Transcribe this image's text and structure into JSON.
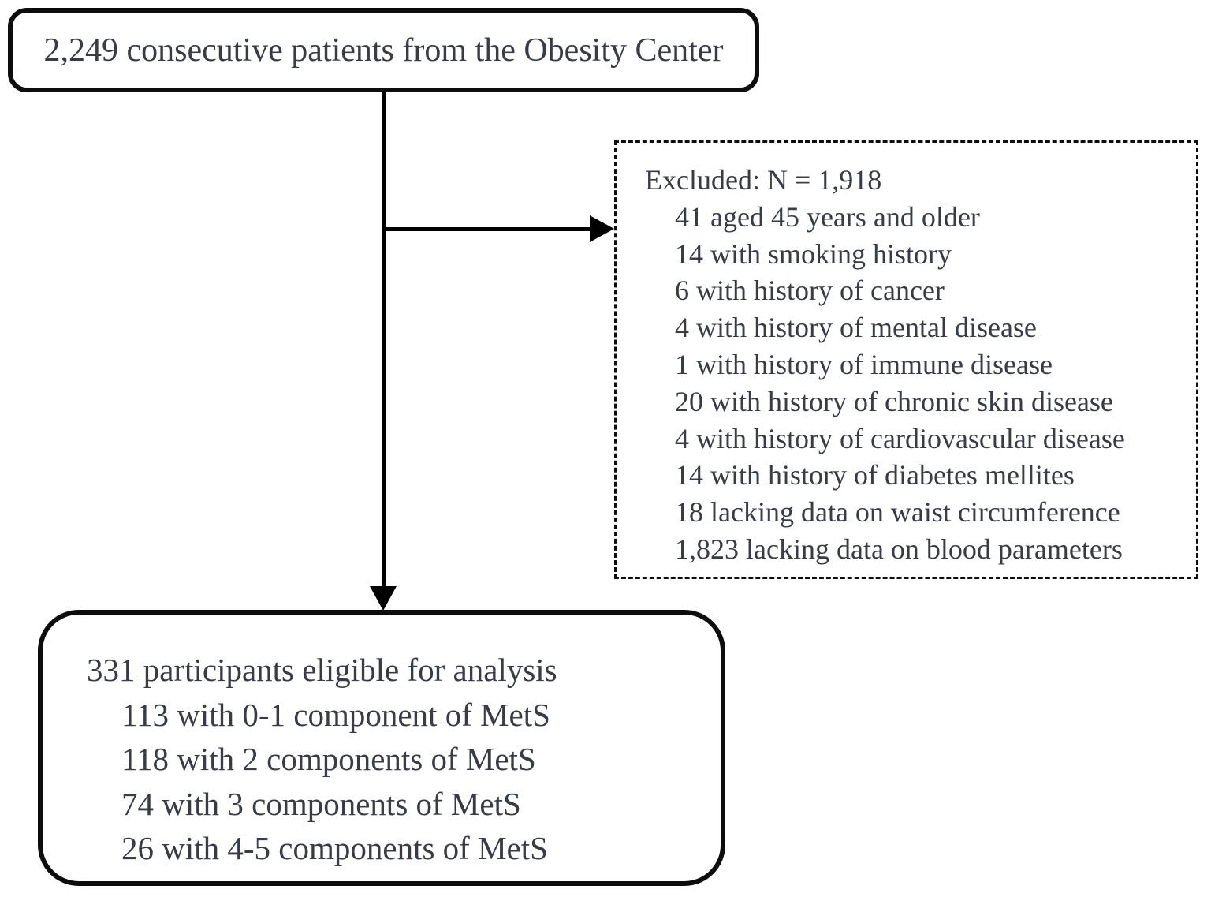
{
  "diagram": {
    "top_box": {
      "text": "2,249 consecutive patients from the Obesity Center"
    },
    "excluded_box": {
      "title": "Excluded: N = 1,918",
      "items": [
        "41 aged 45 years and older",
        "14 with smoking history",
        "6 with history of cancer",
        "4 with history of mental disease",
        "1 with history of immune disease",
        "20 with history of chronic skin disease",
        "4 with history of cardiovascular disease",
        "14 with history of diabetes mellites",
        "18 lacking data on waist circumference",
        "1,823 lacking data on blood parameters"
      ]
    },
    "eligible_box": {
      "title": "331 participants eligible for analysis",
      "items": [
        "113 with 0-1 component of MetS",
        "118 with 2 components of MetS",
        "74 with 3 components of MetS",
        "26 with 4-5 components of MetS"
      ]
    },
    "colors": {
      "text": "#373c46",
      "line": "#000000",
      "background": "#ffffff"
    }
  }
}
